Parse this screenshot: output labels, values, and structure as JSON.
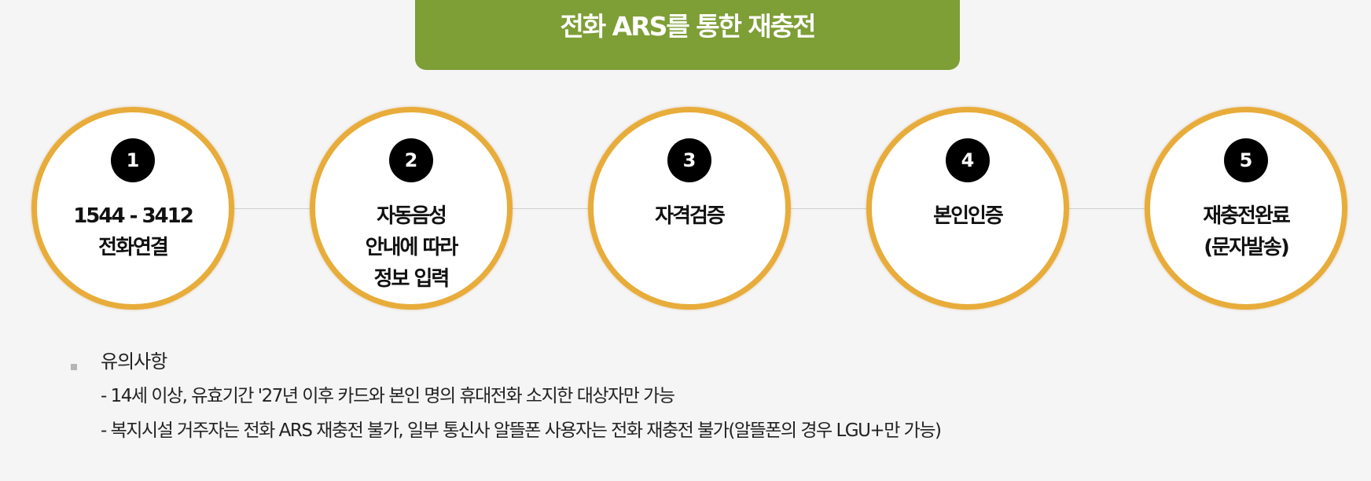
{
  "header": {
    "title": "전화 ARS를 통한 재충전"
  },
  "colors": {
    "title_bar": "#7e9e36",
    "circle_border": "#e8ac3a",
    "step_number_bg": "#000000",
    "background": "#f5f5f5"
  },
  "steps": [
    {
      "number": "1",
      "label": "1544 - 3412\n전화연결"
    },
    {
      "number": "2",
      "label": "자동음성\n안내에 따라\n정보 입력"
    },
    {
      "number": "3",
      "label": "자격검증"
    },
    {
      "number": "4",
      "label": "본인인증"
    },
    {
      "number": "5",
      "label": "재충전완료\n(문자발송)"
    }
  ],
  "notes": {
    "title": "유의사항",
    "lines": [
      "- 14세 이상, 유효기간 '27년 이후 카드와 본인 명의 휴대전화 소지한 대상자만 가능",
      "- 복지시설 거주자는 전화 ARS 재충전 불가, 일부 통신사 알뜰폰 사용자는 전화 재충전 불가(알뜰폰의 경우 LGU+만 가능)"
    ]
  }
}
